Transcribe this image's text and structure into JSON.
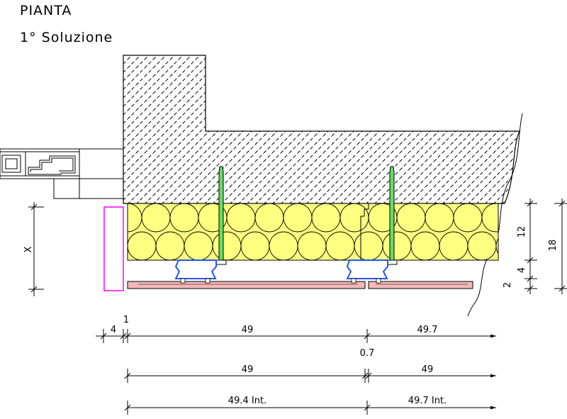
{
  "header": {
    "title": "PIANTA",
    "subtitle": "1° Soluzione"
  },
  "dimensions": {
    "x_label": "X",
    "right_12": "12",
    "right_18": "18",
    "right_4": "4",
    "right_2": "2",
    "row1_a": "4",
    "row1_b": "1",
    "row1_c": "49",
    "row1_d": "49.7",
    "gap": "0.7",
    "row2_a": "49",
    "row2_b": "49",
    "row3_a": "49.4 Int.",
    "row3_b": "49.7 Int."
  },
  "colors": {
    "insulation": "#ffff80",
    "anchor": "#66dd66",
    "bracket": "#2255ff",
    "panel": "#f4b8b8",
    "post": "#ff00ff"
  }
}
